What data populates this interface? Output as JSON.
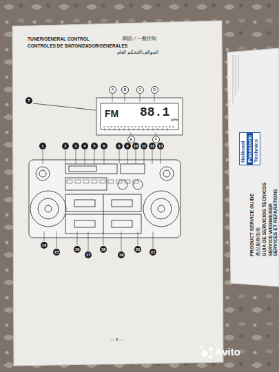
{
  "diagram": {
    "nodes": [
      {
        "text": [
          "National",
          "Panasonic",
          "Technics"
        ]
      }
    ],
    "labels": [
      "TUNER/GENERAL CONTROL",
      "調諧／一般控制",
      "CONTROLES DE SINTONIZADOR/GENERALES",
      "الموالف/التحكم العام",
      "FM",
      "88.1",
      "MHz",
      "1",
      "2",
      "3",
      "4",
      "5",
      "6",
      "7",
      "8",
      "9",
      "10",
      "11",
      "12",
      "13",
      "14",
      "15",
      "16",
      "17",
      "18",
      "19",
      "20",
      "21",
      "A",
      "B",
      "C",
      "D",
      "E",
      "F",
      "— 3 —",
      "PRODUCT SERVICE GUIDE",
      "產品服務指南",
      "GUIA DE SERVICIOS TECNICOS",
      "SERVICE WEGWEISER",
      "SERVICES ET REPARATIONS",
      "Avito"
    ]
  }
}
